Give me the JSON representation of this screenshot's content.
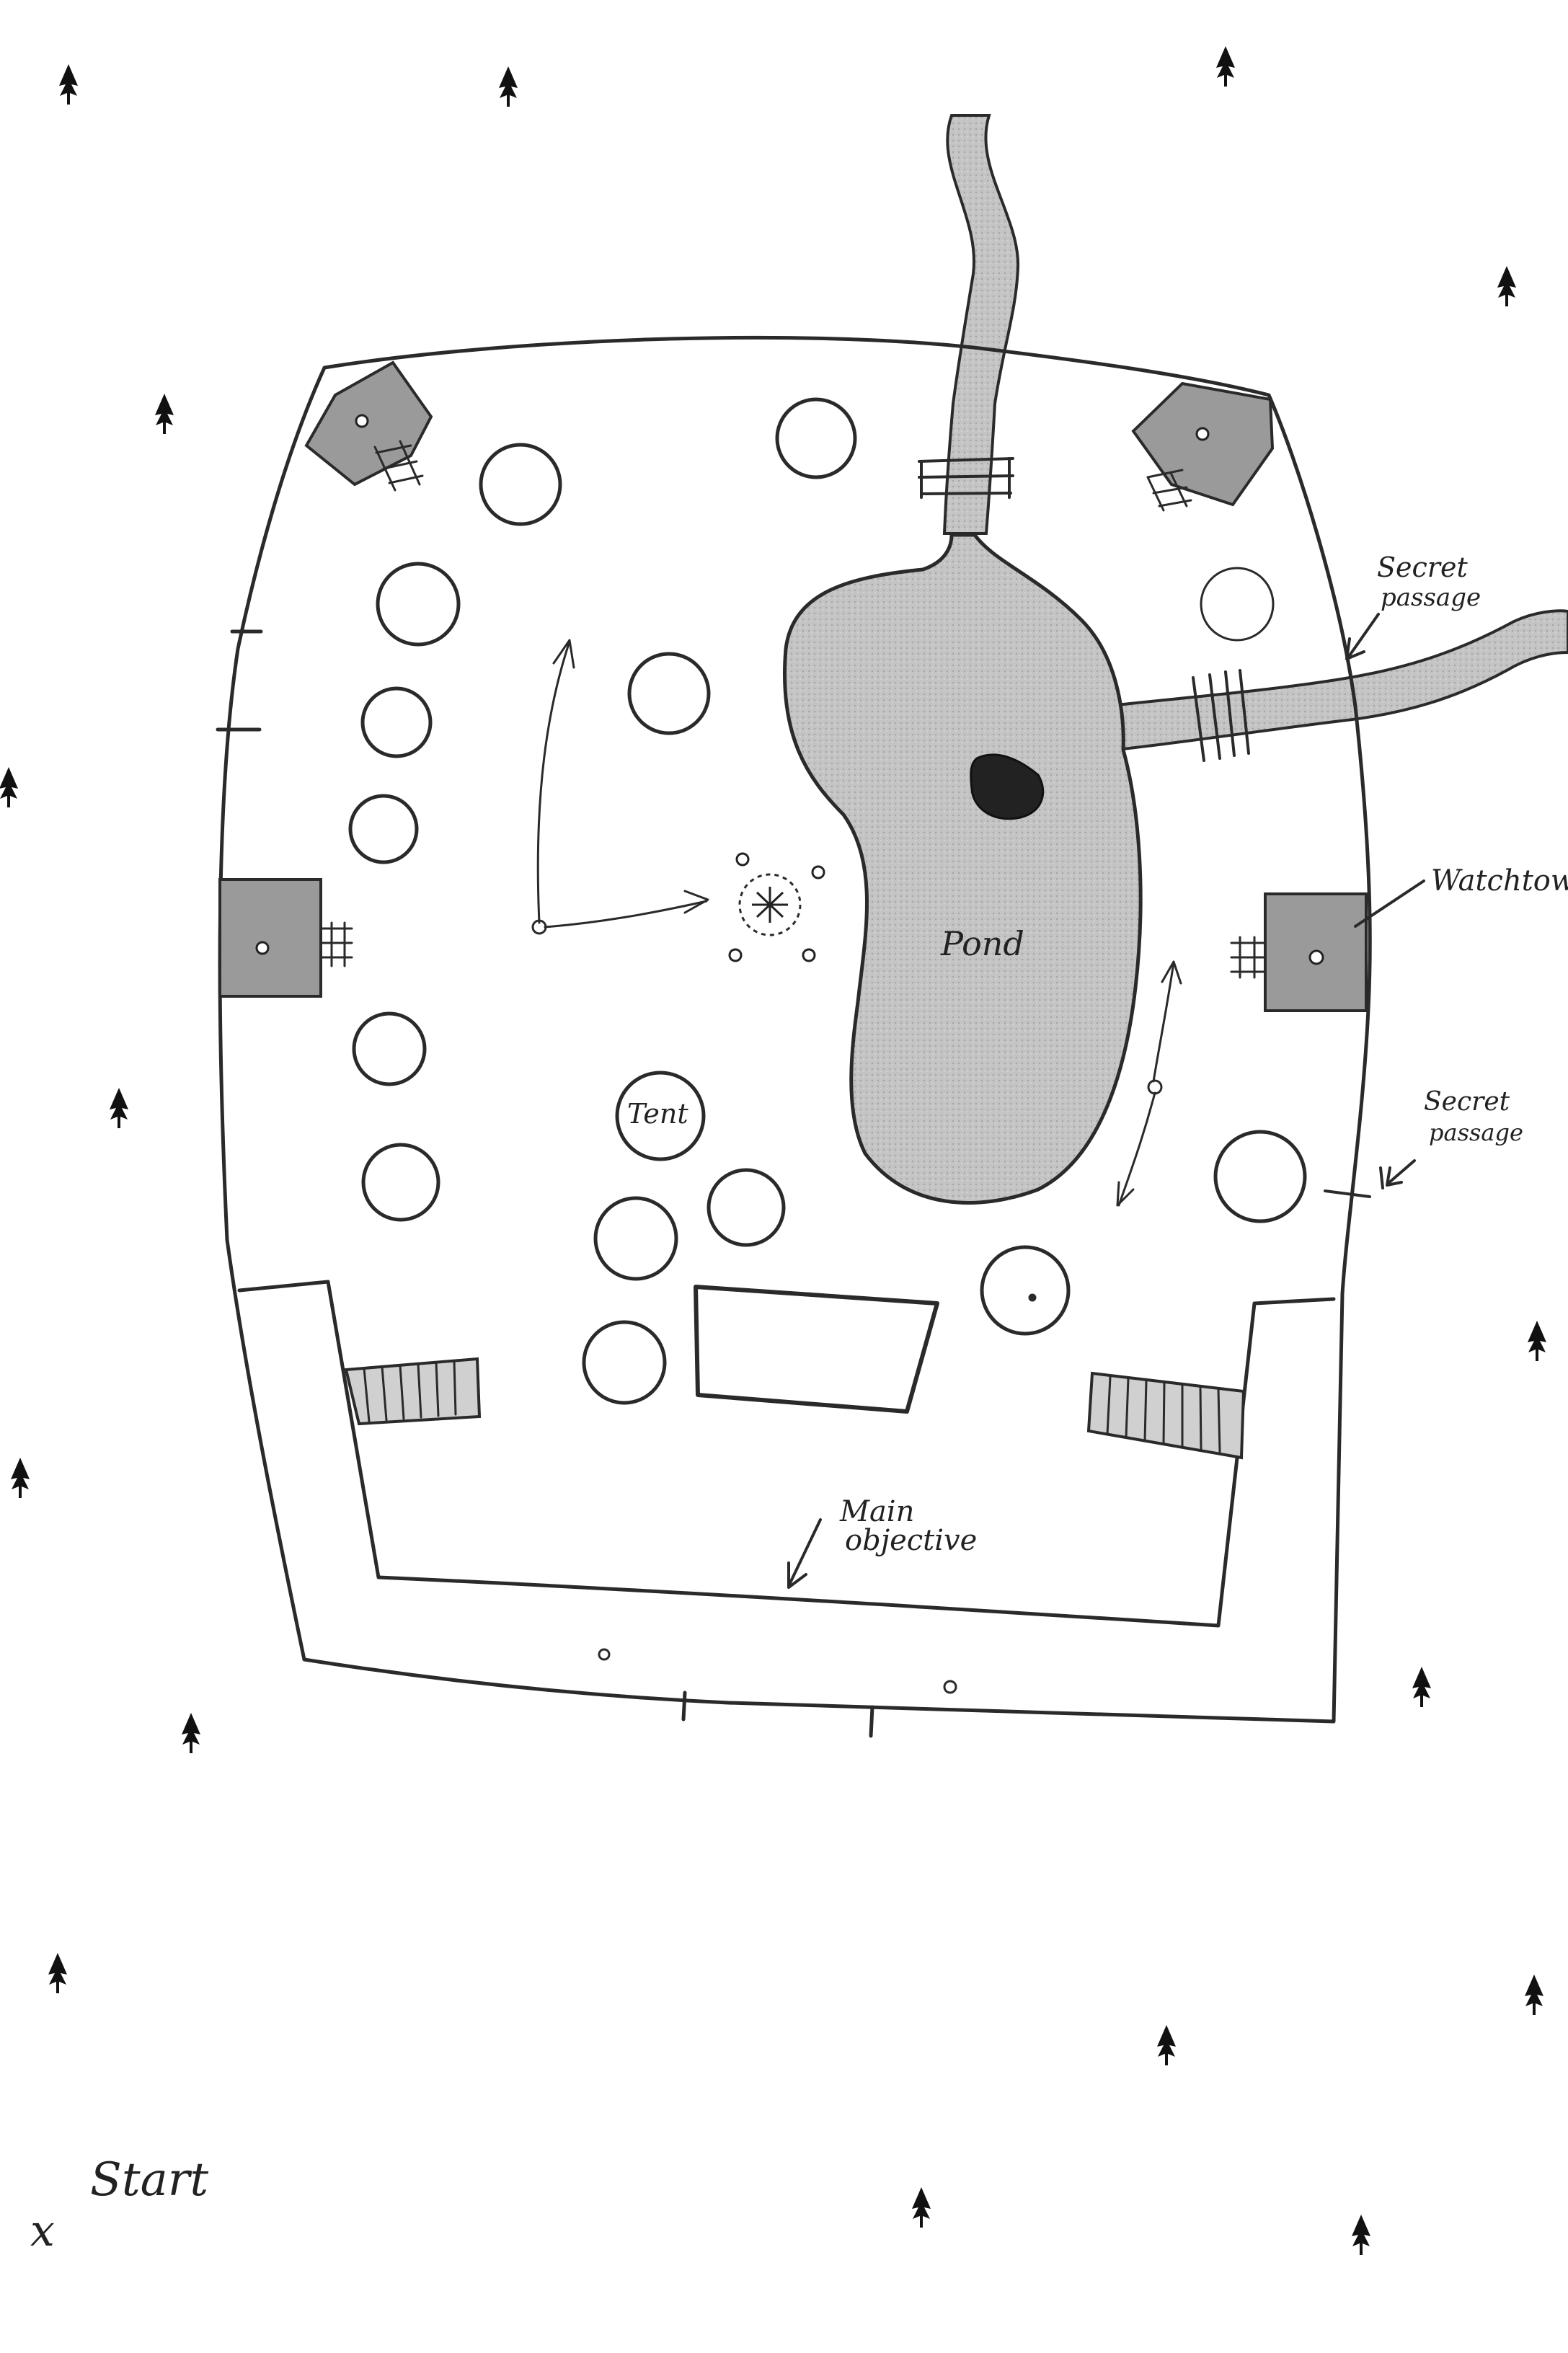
{
  "labels": {
    "secret_passage_top": [
      "Secret",
      "passage"
    ],
    "watchtower": "Watchtower",
    "secret_passage_right": [
      "Secret",
      "passage"
    ],
    "pond": "Pond",
    "tent": "Tent",
    "main_objective": [
      "Main",
      "objective"
    ],
    "start": "Start",
    "start_marker": "x"
  },
  "colors": {
    "ink": "#2a2a2a",
    "pencil_fill": "#b9b9b9",
    "tower_fill": "#9a9a9a",
    "paper": "#ffffff"
  }
}
